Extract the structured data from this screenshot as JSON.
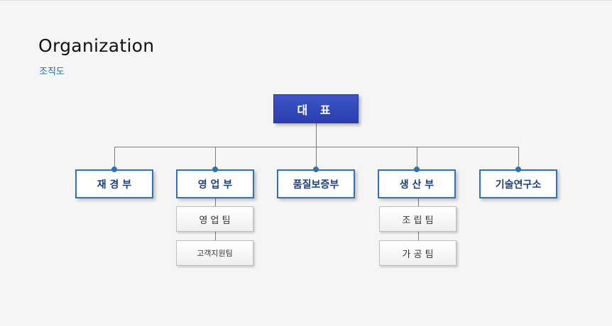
{
  "header": {
    "title": "Organization",
    "subtitle": "조직도"
  },
  "org": {
    "ceo": "대 표",
    "departments": [
      "재 경 부",
      "영 업 부",
      "품질보증부",
      "생 산 부",
      "기술연구소"
    ],
    "sales_teams": [
      "영 업 팀",
      "고객지원팀"
    ],
    "production_teams": [
      "조 립 팀",
      "가 공 팀"
    ]
  },
  "colors": {
    "ceo_box": "#2a3fae",
    "dept_border": "#2d72b8",
    "subtitle": "#1a6ea0"
  }
}
